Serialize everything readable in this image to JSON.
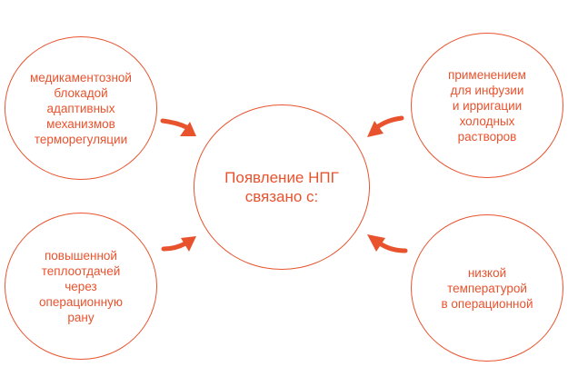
{
  "colors": {
    "accent": "#e8532e"
  },
  "diagram": {
    "center": "Появление НПГ\nсвязано с:",
    "top_left": "медикаментозной\nблокадой\nадаптивных\nмеханизмов\nтерморегуляции",
    "top_right": "применением\nдля инфузии\nи ирригации\nхолодных\nрастворов",
    "bottom_left": "повышенной\nтеплоотдачей\nчерез\nоперационную\nрану",
    "bottom_right": "низкой\nтемпературой\nв операционной"
  }
}
